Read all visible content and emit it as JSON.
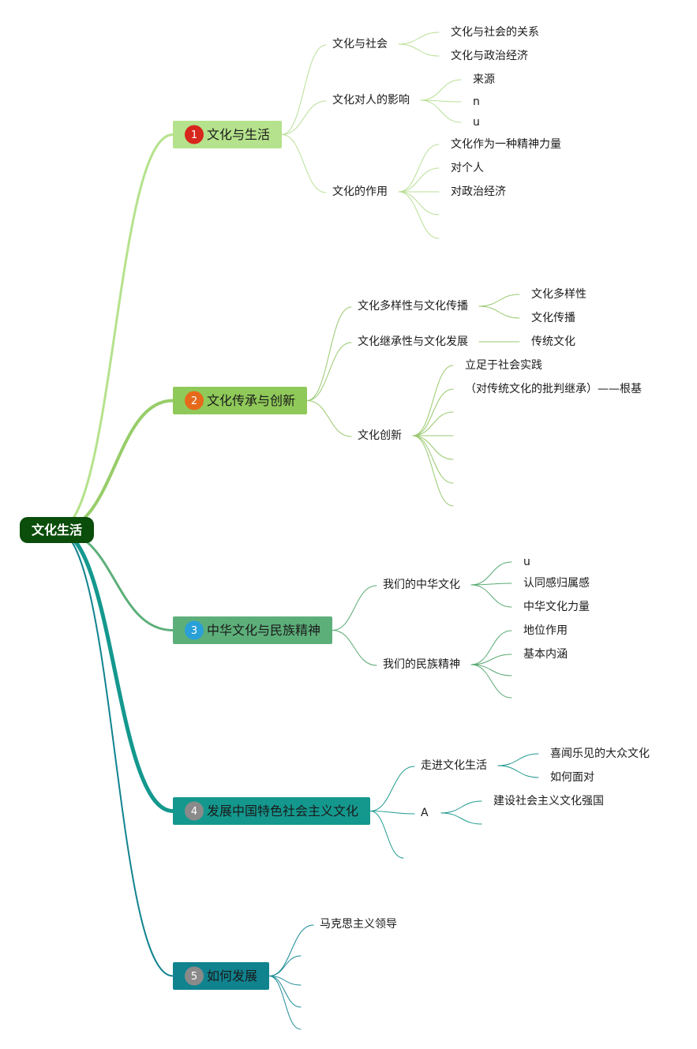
{
  "root": {
    "label": "文化生活"
  },
  "branches": [
    {
      "num": "1",
      "label": "文化与生活",
      "subs": [
        {
          "label": "文化与社会",
          "leaves": [
            "文化与社会的关系",
            "文化与政治经济"
          ]
        },
        {
          "label": "文化对人的影响",
          "leaves": [
            "来源",
            "n",
            "u"
          ]
        },
        {
          "label": "文化的作用",
          "leaves": [
            "文化作为一种精神力量",
            "对个人",
            "对政治经济",
            "",
            ""
          ]
        }
      ]
    },
    {
      "num": "2",
      "label": "文化传承与创新",
      "subs": [
        {
          "label": "文化多样性与文化传播",
          "leaves": [
            "文化多样性",
            "文化传播"
          ]
        },
        {
          "label": "文化继承性与文化发展",
          "leaves": [
            "传统文化"
          ]
        },
        {
          "label": "文化创新",
          "leaves": [
            "立足于社会实践",
            "（对传统文化的批判继承）——根基",
            "",
            "",
            "",
            "",
            ""
          ]
        }
      ]
    },
    {
      "num": "3",
      "label": "中华文化与民族精神",
      "subs": [
        {
          "label": "我们的中华文化",
          "leaves": [
            "u",
            "认同感归属感",
            "中华文化力量"
          ]
        },
        {
          "label": "我们的民族精神",
          "leaves": [
            "地位作用",
            "基本内涵",
            "",
            ""
          ]
        }
      ]
    },
    {
      "num": "4",
      "label": "发展中国特色社会主义文化",
      "subs": [
        {
          "label": "走进文化生活",
          "leaves": [
            "喜闻乐见的大众文化",
            "如何面对"
          ]
        },
        {
          "label": "A",
          "leaves": [
            "建设社会主义文化强国",
            ""
          ]
        },
        {
          "label": "",
          "leaves": []
        }
      ]
    },
    {
      "num": "5",
      "label": "如何发展",
      "subs": [
        {
          "label": "马克思主义领导",
          "leaves": []
        },
        {
          "label": "",
          "leaves": []
        },
        {
          "label": "",
          "leaves": []
        },
        {
          "label": "",
          "leaves": []
        },
        {
          "label": "",
          "leaves": []
        }
      ]
    }
  ],
  "colors": {
    "root_fill": "#0b4d0b",
    "branch_fills": [
      "#b5e28c",
      "#8fc959",
      "#5daf7a",
      "#14988e",
      "#10838f"
    ],
    "connector_colors": [
      "#b5e28c",
      "#98cd6a",
      "#5daf7a",
      "#14988e",
      "#10838f"
    ],
    "line_colors": [
      "#b9df97",
      "#98c96e",
      "#5aaa73",
      "#1f9a8e",
      "#1a8a97"
    ],
    "badge_colors": [
      "#d7261c",
      "#e56a1b",
      "#2aa0d8",
      "#8a8a8a",
      "#8a8a8a"
    ]
  }
}
